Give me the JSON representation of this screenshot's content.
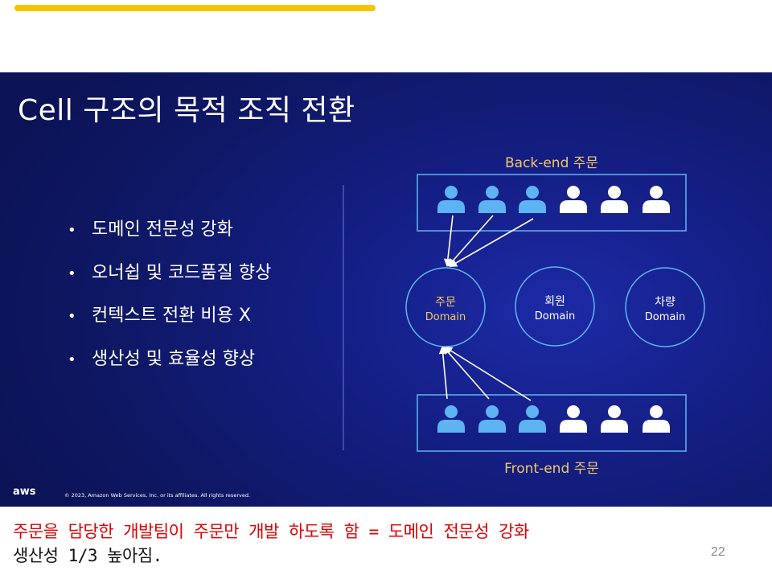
{
  "slide": {
    "title": "Cell 구조의 목적 조직 전환",
    "bullets": [
      "도메인 전문성 강화",
      "오너쉽 및 코드품질 향상",
      "컨텍스트 전환 비용 X",
      "생산성 및 효율성 향상"
    ],
    "backend_label": "Back-end 주문",
    "frontend_label": "Front-end 주문",
    "domains": [
      {
        "name": "주문",
        "sub": "Domain",
        "name_color": "#f2c76a",
        "sub_color": "#f2c76a"
      },
      {
        "name": "회원",
        "sub": "Domain",
        "name_color": "#ffffff",
        "sub_color": "#ffffff"
      },
      {
        "name": "차량",
        "sub": "Domain",
        "name_color": "#ffffff",
        "sub_color": "#ffffff"
      }
    ],
    "aws_logo": "aws",
    "copyright": "© 2023, Amazon Web Services, Inc. or its affiliates. All rights reserved."
  },
  "notes": {
    "line1": "주문을 담당한 개발팀이 주문만 개발 하도록 함 = 도메인 전문성 강화",
    "line2": "생산성 1/3 높아짐."
  },
  "page_number": "22",
  "colors": {
    "accent_bar": "#f6c400",
    "person_highlighted": "#5eb3f2",
    "person_default": "#ffffff",
    "box_border": "#5fb6f0",
    "label_gold": "#f2c76a"
  },
  "people": {
    "highlighted_per_row": 3,
    "total_per_row": 6
  }
}
